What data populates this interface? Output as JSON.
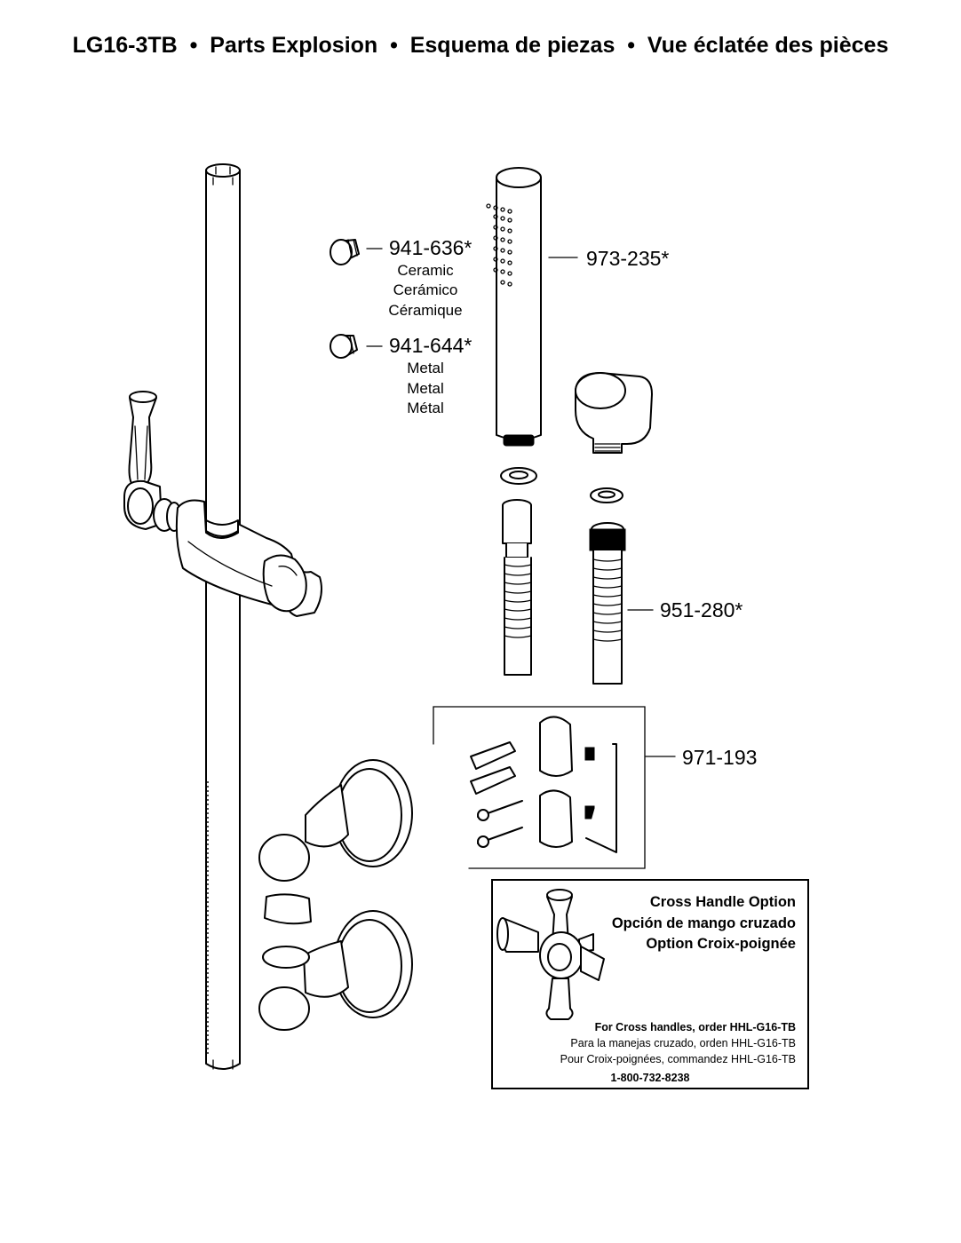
{
  "title": "LG16-3TB  •  Parts Explosion  •  Esquema de piezas  •  Vue éclatée des pièces",
  "parts": [
    {
      "number": "941-636*",
      "desc": [
        "Ceramic",
        "Cerámico",
        "Céramique"
      ]
    },
    {
      "number": "941-644*",
      "desc": [
        "Metal",
        "Metal",
        "Métal"
      ]
    },
    {
      "number": "973-235*"
    },
    {
      "number": "951-280*"
    },
    {
      "number": "971-193"
    }
  ],
  "option": {
    "heading": [
      "Cross Handle Option",
      "Opción de mango cruzado",
      "Option Croix-poignée"
    ],
    "order_en": "For Cross handles, order HHL-G16-TB",
    "order_es": "Para la manejas cruzado, orden HHL-G16-TB",
    "order_fr": "Pour Croix-poignées, commandez HHL-G16-TB",
    "phone": "1-800-732-8238"
  }
}
